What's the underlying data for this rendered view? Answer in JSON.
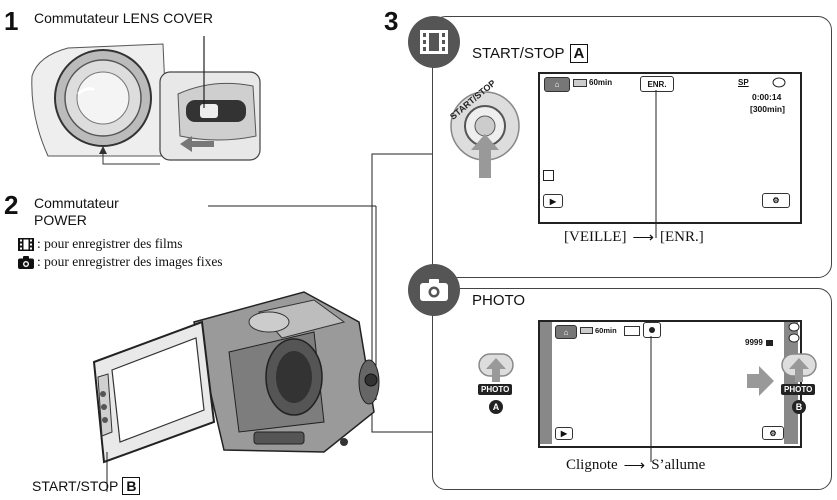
{
  "steps": {
    "s1": {
      "num": "1",
      "label": "Commutateur LENS COVER"
    },
    "s2": {
      "num": "2",
      "label_line1": "Commutateur",
      "label_line2": "POWER",
      "film_text": ": pour enregistrer des films",
      "photo_text": ": pour enregistrer des images fixes"
    },
    "s3": {
      "num": "3"
    }
  },
  "panel_movie": {
    "title": "START/STOP",
    "box_letter": "A",
    "screen": {
      "battery": "60min",
      "rec_tag": "ENR.",
      "sp": "SP",
      "time": "0:00:14",
      "remain": "[300min]"
    },
    "button_text": "START/STOP",
    "transition": {
      "from": "[VEILLE]",
      "to": "[ENR.]"
    }
  },
  "panel_photo": {
    "title": "PHOTO",
    "screen": {
      "battery": "60min",
      "count": "9999"
    },
    "button_text": "PHOTO",
    "badge_a": "A",
    "badge_b": "B",
    "transition": {
      "from": "Clignote",
      "to": "S’allume"
    }
  },
  "bottom": {
    "label": "START/STOP",
    "box_letter": "B"
  }
}
